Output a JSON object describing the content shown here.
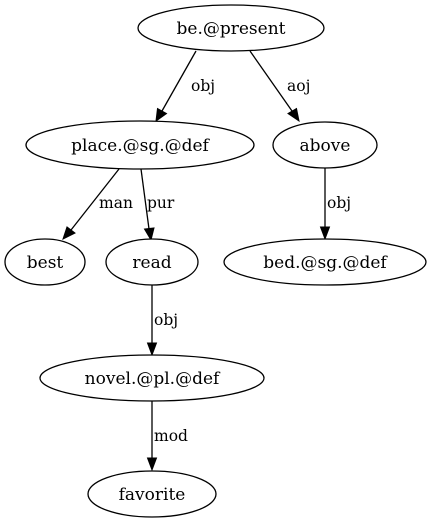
{
  "graph": {
    "nodes": {
      "be_present": "be.@present",
      "place": "place.@sg.@def",
      "above": "above",
      "best": "best",
      "read": "read",
      "bed": "bed.@sg.@def",
      "novel": "novel.@pl.@def",
      "favorite": "favorite"
    },
    "edges": {
      "be_place": "obj",
      "be_above": "aoj",
      "place_best": "man",
      "place_read": "pur",
      "above_bed": "obj",
      "read_novel": "obj",
      "novel_favorite": "mod"
    }
  }
}
